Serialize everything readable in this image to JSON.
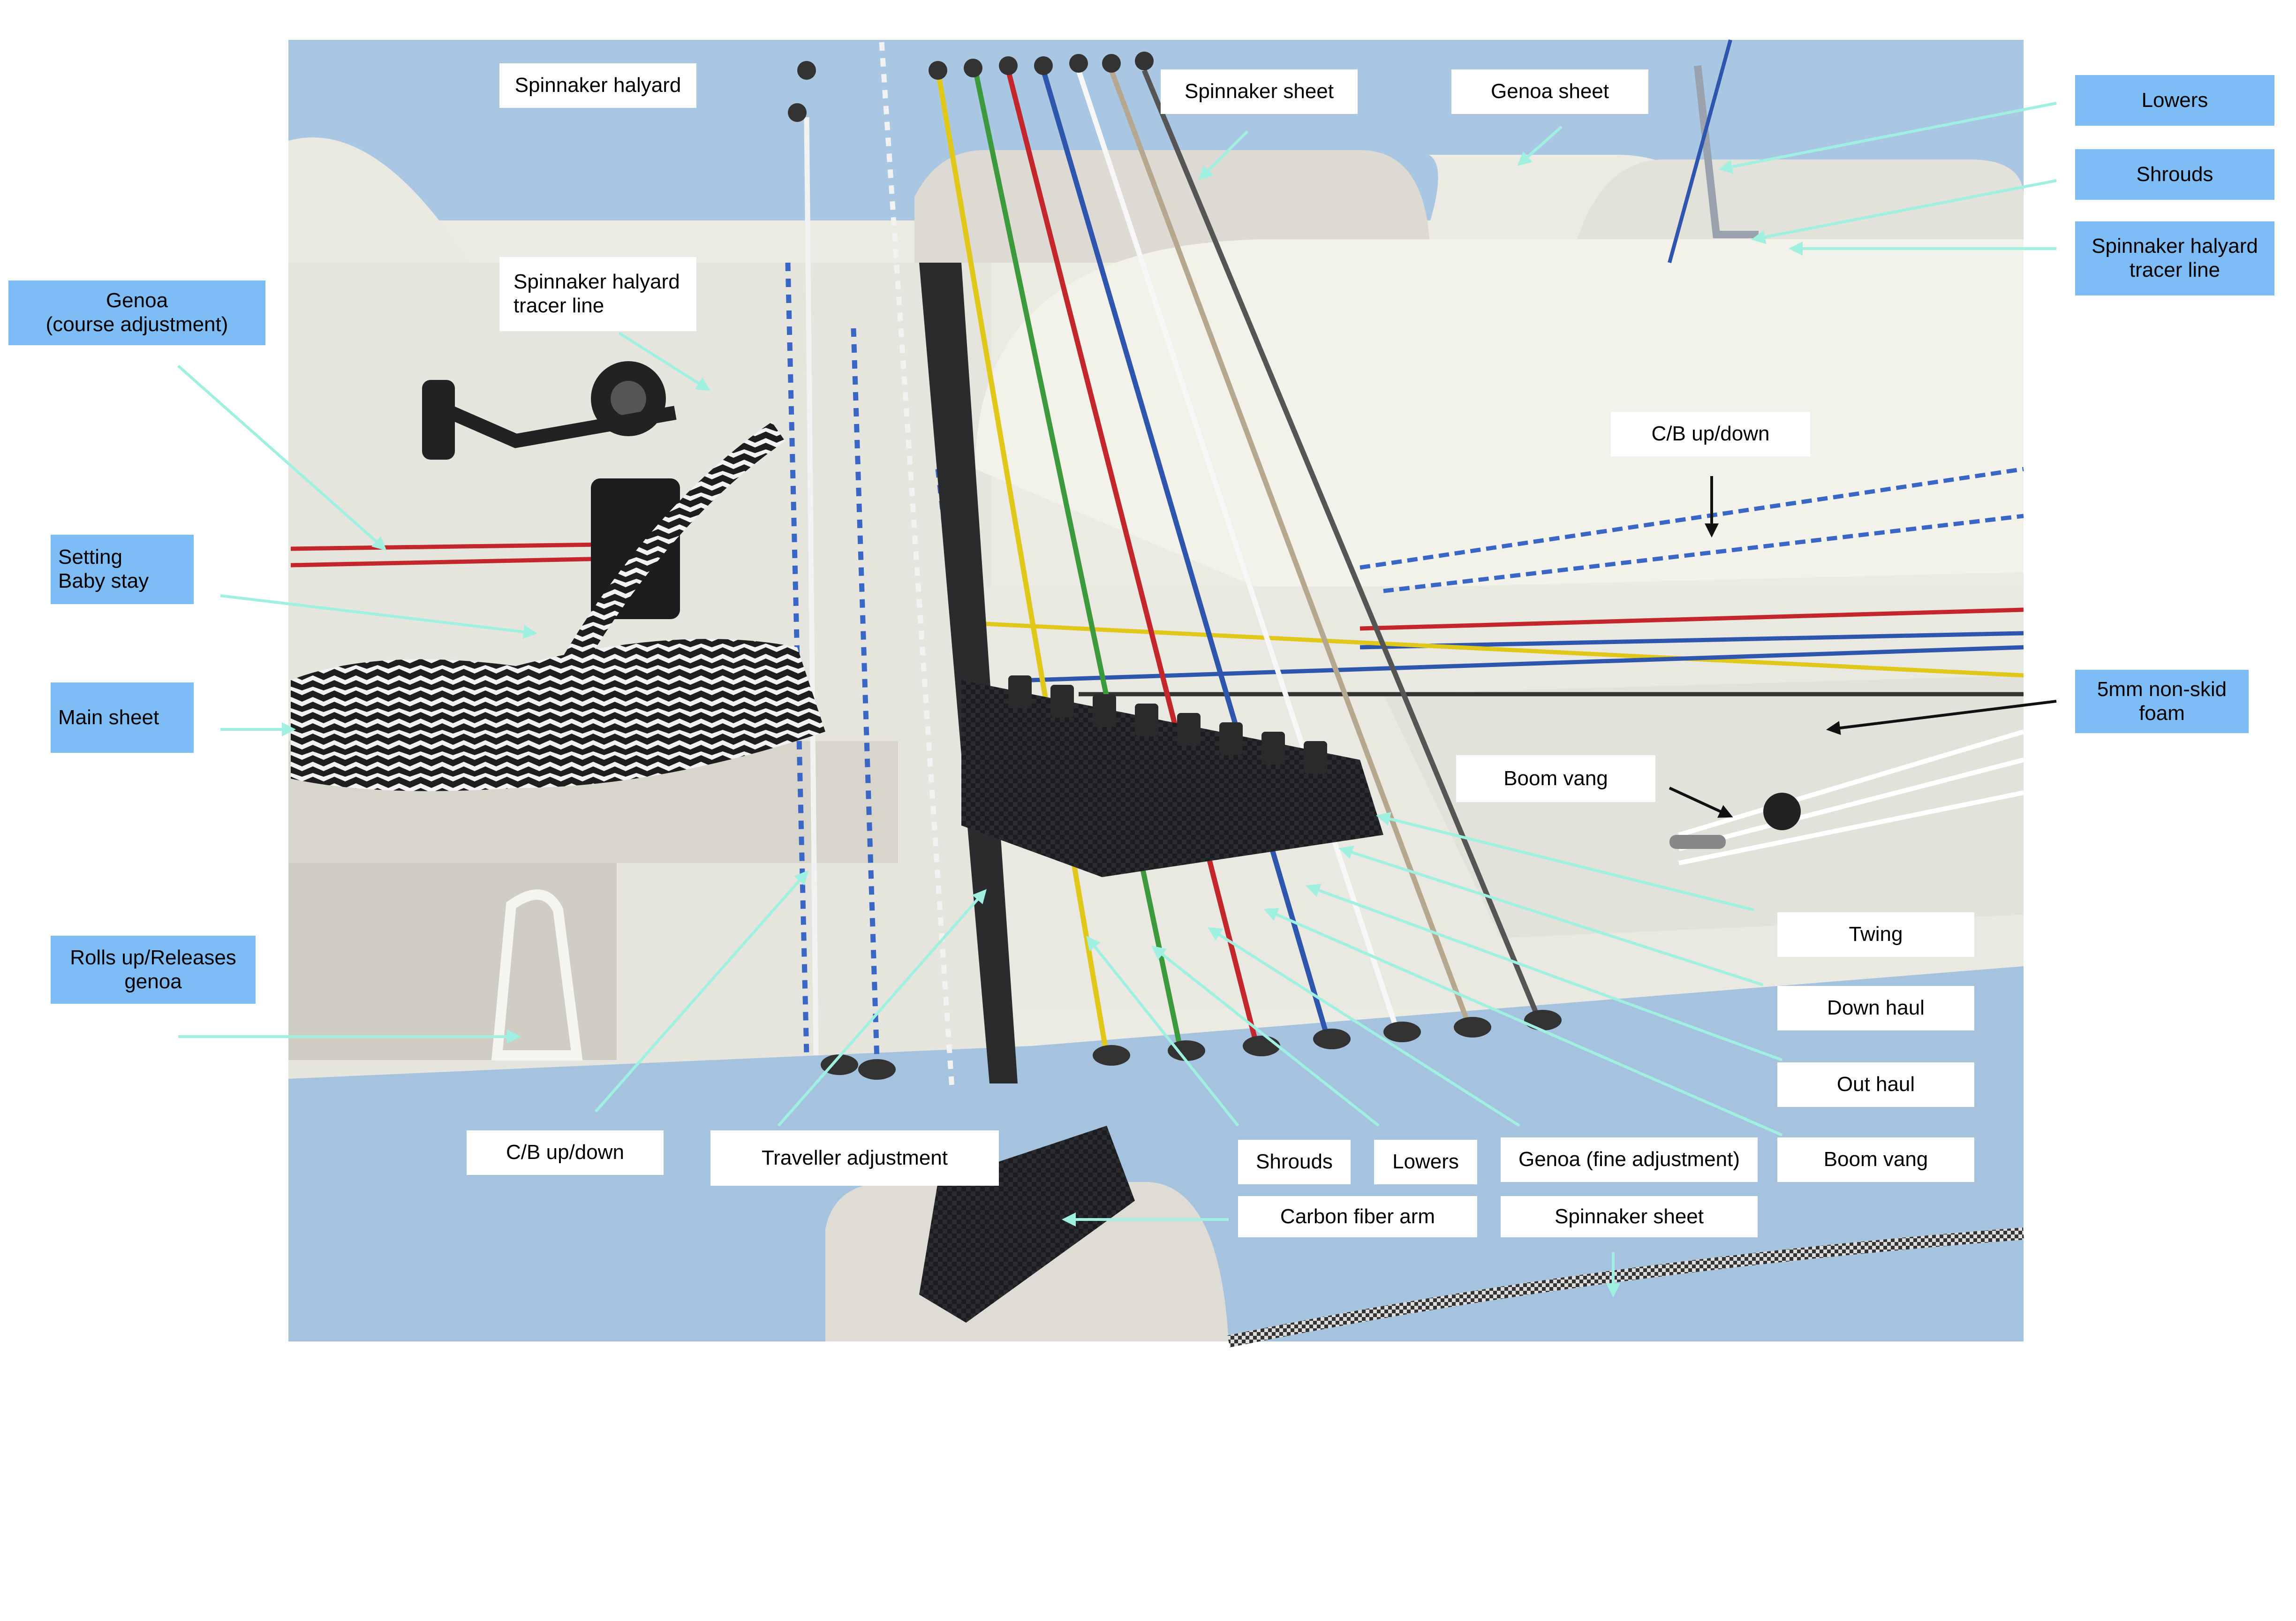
{
  "colors": {
    "hull_blue": "#a7c6e2",
    "deck_white": "#ecebe4",
    "label_blue": "#7dbcf5",
    "pointer_cyan": "#9ff0e0",
    "pointer_black": "#111111"
  },
  "labels": {
    "spinnaker_halyard_top": "Spinnaker halyard",
    "spinnaker_sheet_top": "Spinnaker sheet",
    "genoa_sheet_top": "Genoa sheet",
    "lowers_right": "Lowers",
    "shrouds_right": "Shrouds",
    "spinnaker_halyard_tracer_right": "Spinnaker halyard\ntracer line",
    "genoa_course": "Genoa\n(course adjustment)",
    "spinnaker_halyard_tracer_left": "Spinnaker halyard\ntracer line",
    "cb_updown_top": "C/B up/down",
    "setting_baby_stay": "Setting\nBaby stay",
    "main_sheet": "Main sheet",
    "five_mm_foam": "5mm non-skid\nfoam",
    "boom_vang_mid": "Boom vang",
    "rolls_up_releases": "Rolls up/Releases\ngenoa",
    "twing": "Twing",
    "down_haul": "Down haul",
    "out_haul": "Out haul",
    "cb_updown_bottom": "C/B up/down",
    "traveller_adjustment": "Traveller adjustment",
    "shrouds_bottom": "Shrouds",
    "lowers_bottom": "Lowers",
    "genoa_fine": "Genoa (fine adjustment)",
    "boom_vang_bottom": "Boom vang",
    "carbon_fiber_arm": "Carbon fiber arm",
    "spinnaker_sheet_bottom": "Spinnaker sheet"
  }
}
